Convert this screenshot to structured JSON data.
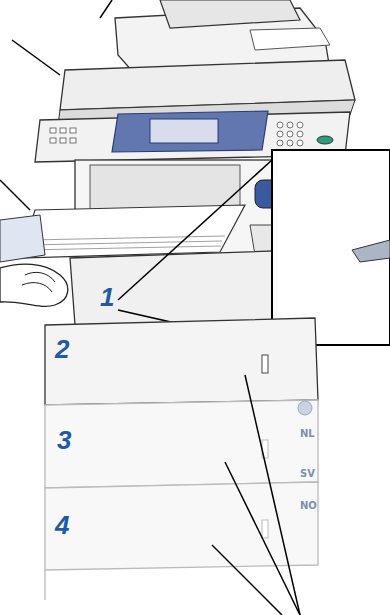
{
  "diagram": {
    "labels": [
      "1",
      "2",
      "3",
      "4",
      "NL",
      "SV",
      "NO"
    ]
  }
}
